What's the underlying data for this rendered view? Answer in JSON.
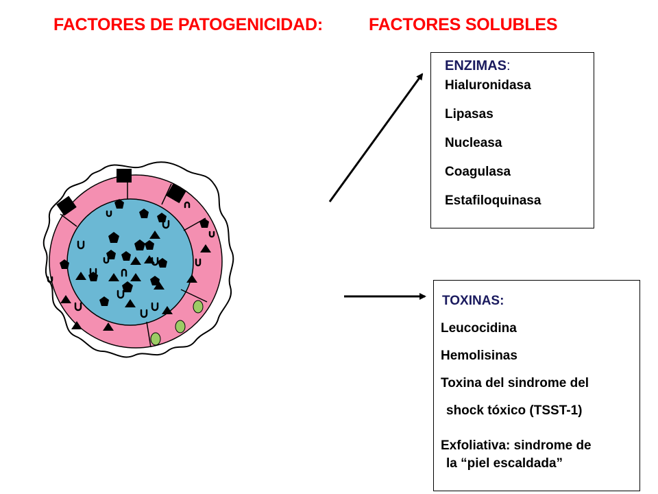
{
  "title": {
    "part1": "FACTORES DE PATOGENICIDAD:",
    "part2": "FACTORES SOLUBLES",
    "color": "#ff0000"
  },
  "enzymes": {
    "heading": "ENZIMAS",
    "heading_suffix": ":",
    "items": [
      "Hialuronidasa",
      "Lipasas",
      "Nucleasa",
      "Coagulasa",
      "Estafiloquinasa"
    ]
  },
  "toxins": {
    "heading": "TOXINAS:",
    "items": [
      "Leucocidina",
      "Hemolisinas",
      "Toxina del sindrome del",
      "shock tóxico (TSST-1)",
      "Exfoliativa: sindrome de",
      "la “piel escaldada”"
    ]
  },
  "cell": {
    "outer_layer_color": "#f48fb1",
    "core_color": "#6bb8d4",
    "bead_color": "#9ccc65"
  }
}
